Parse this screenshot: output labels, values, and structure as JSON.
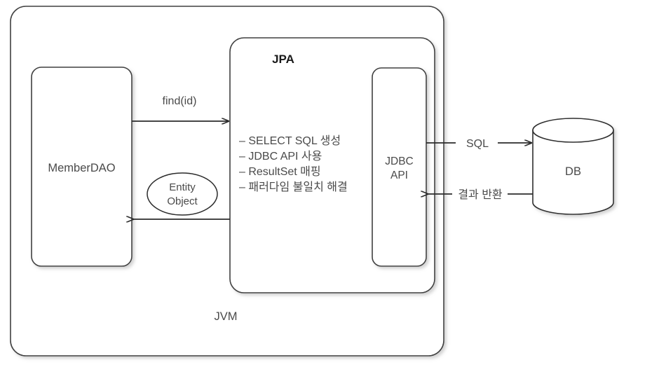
{
  "diagram": {
    "title_outer": "JVM",
    "containers": {
      "jvm": {
        "label": "JVM"
      },
      "jpa": {
        "label": "JPA"
      },
      "member_dao": {
        "label": "MemberDAO"
      },
      "jdbc_api": {
        "label_line1": "JDBC",
        "label_line2": "API"
      },
      "db": {
        "label": "DB"
      }
    },
    "entity_object": {
      "label_line1": "Entity",
      "label_line2": "Object"
    },
    "jpa_bullets": [
      "– SELECT SQL 생성",
      "– JDBC API 사용",
      "– ResultSet 매핑",
      "– 패러다임 불일치 해결"
    ],
    "arrows": {
      "find": {
        "label": "find(id)"
      },
      "return_entity": {
        "label": ""
      },
      "sql": {
        "label": "SQL"
      },
      "result": {
        "label": "결과 반환"
      }
    },
    "colors": {
      "stroke": "#3f3f3f",
      "text": "#4a4a4a",
      "background": "#ffffff",
      "arrow": "#2b2b2b"
    }
  }
}
